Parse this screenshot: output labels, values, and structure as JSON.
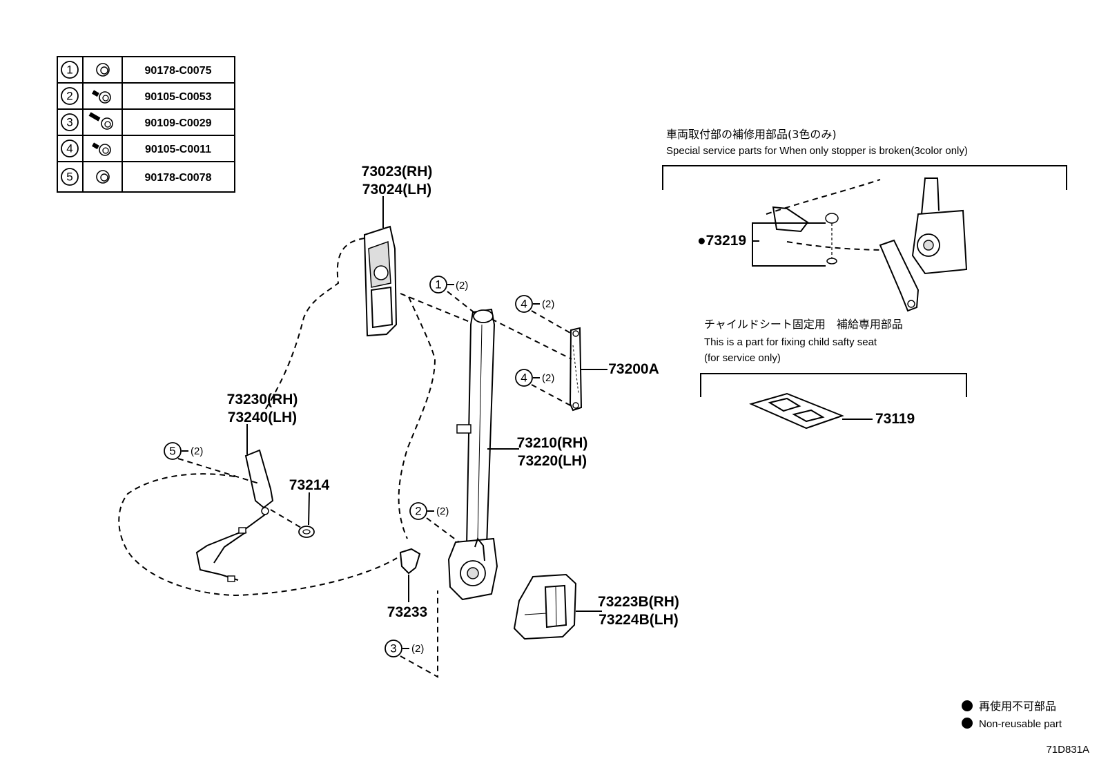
{
  "fastener_table": [
    {
      "num": "1",
      "icon": "nut-icon",
      "part": "90178-C0075"
    },
    {
      "num": "2",
      "icon": "bolt-icon",
      "part": "90105-C0053"
    },
    {
      "num": "3",
      "icon": "bolt-long-icon",
      "part": "90109-C0029"
    },
    {
      "num": "4",
      "icon": "bolt-icon",
      "part": "90105-C0011"
    },
    {
      "num": "5",
      "icon": "nut-icon",
      "part": "90178-C0078"
    }
  ],
  "callouts": {
    "c73023": "73023(RH)",
    "c73024": "73024(LH)",
    "c73230": "73230(RH)",
    "c73240": "73240(LH)",
    "c73214": "73214",
    "c73233": "73233",
    "c73210": "73210(RH)",
    "c73220": "73220(LH)",
    "c73200A": "73200A",
    "c73223B": "73223B(RH)",
    "c73224B": "73224B(LH)",
    "c73219": "●73219",
    "c73119": "73119"
  },
  "qty_labels": {
    "q1": "(2)",
    "q4a": "(2)",
    "q4b": "(2)",
    "q5": "(2)",
    "q2": "(2)",
    "q3": "(2)"
  },
  "circle_refs": {
    "r1": "1",
    "r4a": "4",
    "r4b": "4",
    "r5": "5",
    "r2": "2",
    "r3": "3"
  },
  "special_service": {
    "title_jp": "車両取付部の補修用部品(3色のみ)",
    "title_en": "Special service parts for When only stopper is broken(3color only)"
  },
  "child_seat": {
    "title_jp": "チャイルドシート固定用　補給専用部品",
    "line1": "This is a part for fixing child safty seat",
    "line2": "(for service only)"
  },
  "legend": {
    "jp": "再使用不可部品",
    "en": "Non-reusable part"
  },
  "diagram_code": "71D831A"
}
